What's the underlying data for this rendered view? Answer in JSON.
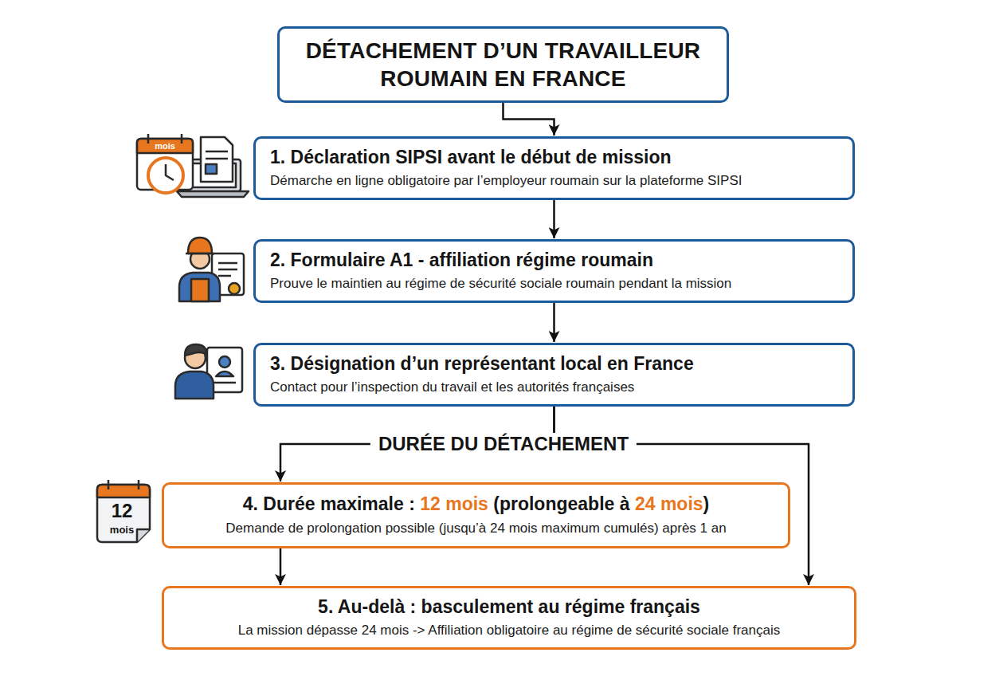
{
  "diagram": {
    "nodes": [
      {
        "text": [
          "DÉTACHEMENT D’UN TRAVAILLEUR ROUMAIN EN FRANCE"
        ]
      },
      {
        "text": [
          "1. Déclaration SIPSI avant le début de mission",
          "Démarche en ligne obligatoire par l’employeur roumain sur la plateforme SIPSI"
        ]
      },
      {
        "text": [
          "2. Formulaire A1 - affiliation régime roumain",
          "Prouve le maintien au régime de sécurité sociale roumain pendant la mission"
        ]
      },
      {
        "text": [
          "3. Désignation d’un représentant local en France",
          "Contact pour l’inspection du travail et les autorités françaises"
        ]
      },
      {
        "text": [
          "4. Durée maximale : 12 mois (prolongeable à 24 mois)",
          "Demande de prolongation possible (jusqu’à 24 mois maximum cumulés) après 1 an"
        ]
      },
      {
        "text": [
          "5. Au-delà : basculement au régime français",
          "La mission dépasse 24 mois -> Affiliation obligatoire au régime de sécurité sociale français"
        ]
      }
    ],
    "edges": [
      {
        "from": 0,
        "to": 1,
        "arrow": "to"
      },
      {
        "from": 1,
        "to": 2,
        "arrow": "to"
      },
      {
        "from": 2,
        "to": 3,
        "arrow": "to"
      },
      {
        "from": 3,
        "to": 4,
        "label": "DURÉE DU DÉTACHEMENT",
        "arrow": "to"
      },
      {
        "from": 3,
        "to": 5,
        "arrow": "to"
      },
      {
        "from": 4,
        "to": 5,
        "arrow": "to"
      }
    ],
    "labels": [
      "mois",
      "12",
      "mois"
    ]
  }
}
